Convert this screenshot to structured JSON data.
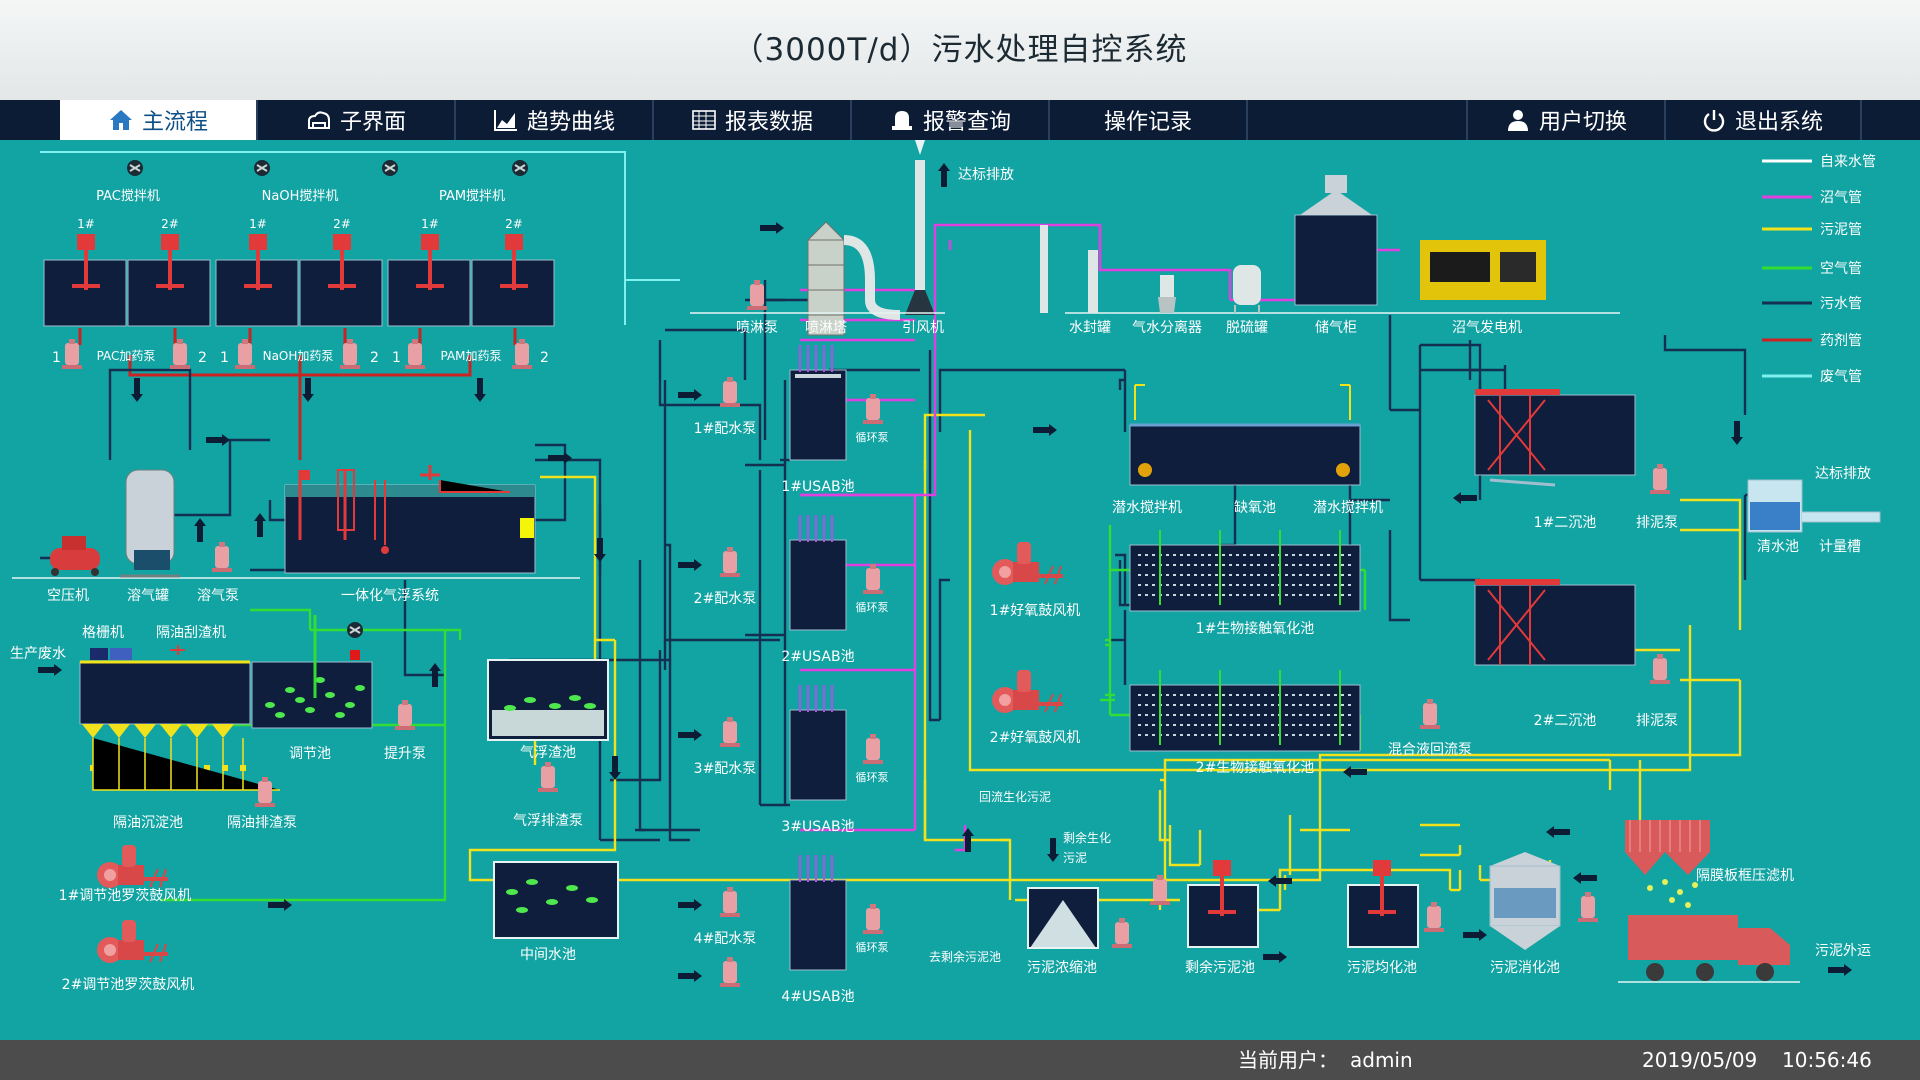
{
  "app": {
    "title": "（3000T/d）污水处理自控系统"
  },
  "nav": {
    "tabs": [
      {
        "label": "主流程",
        "icon": "home-icon",
        "active": true
      },
      {
        "label": "子界面",
        "icon": "cloud-icon"
      },
      {
        "label": "趋势曲线",
        "icon": "trend-chart-icon"
      },
      {
        "label": "报表数据",
        "icon": "table-icon"
      },
      {
        "label": "报警查询",
        "icon": "alarm-bell-icon"
      },
      {
        "label": "操作记录",
        "icon": ""
      },
      {
        "label": "用户切换",
        "icon": "user-icon"
      },
      {
        "label": "退出系统",
        "icon": "power-icon"
      }
    ]
  },
  "legend": [
    {
      "label": "自来水管",
      "color": "#ffffff"
    },
    {
      "label": "沼气管",
      "color": "#e040e0"
    },
    {
      "label": "污泥管",
      "color": "#f2e21c"
    },
    {
      "label": "空气管",
      "color": "#33dd33"
    },
    {
      "label": "污水管",
      "color": "#133050"
    },
    {
      "label": "药剂管",
      "color": "#cc2222"
    },
    {
      "label": "废气管",
      "color": "#7ff0f0"
    }
  ],
  "labels": {
    "pac_mixer": "PAC搅拌机",
    "naoh_mixer": "NaOH搅拌机",
    "pam_mixer": "PAM搅拌机",
    "n1": "1#",
    "n2": "2#",
    "one": "1",
    "two": "2",
    "pac_pump": "PAC加药泵",
    "naoh_pump": "NaOH加药泵",
    "pam_pump": "PAM加药泵",
    "air_compressor": "空压机",
    "air_tank": "溶气罐",
    "air_pump": "溶气泵",
    "daf_system": "一体化气浮系统",
    "grille": "格栅机",
    "scraper": "隔油刮渣机",
    "raw_water": "生产废水",
    "reg_tank": "调节池",
    "lift_pump": "提升泵",
    "sep_tank": "隔油沉淀池",
    "oil_pump": "隔油排渣泵",
    "blower1": "1#调节池罗茨鼓风机",
    "blower2": "2#调节池罗茨鼓风机",
    "float_tank": "气浮渣池",
    "float_pump": "气浮排渣泵",
    "mid_tank": "中间水池",
    "spray_pump": "喷淋泵",
    "spray_tower": "喷淋塔",
    "fan": "引风机",
    "discharge_gas": "达标排放",
    "water_seal": "水封罐",
    "separator": "气水分离器",
    "desulf": "脱硫罐",
    "gas_holder": "储气柜",
    "generator": "沼气发电机",
    "dist1": "1#配水泵",
    "dist2": "2#配水泵",
    "dist3": "3#配水泵",
    "dist4": "4#配水泵",
    "circ": "循环泵",
    "usab1": "1#USAB池",
    "usab2": "2#USAB池",
    "usab3": "3#USAB池",
    "usab4": "4#USAB池",
    "to_sludge": "去剩余污泥池",
    "sub_mixer": "潜水搅拌机",
    "anoxic": "缺氧池",
    "aer_blower1": "1#好氧鼓风机",
    "aer_blower2": "2#好氧鼓风机",
    "bio1": "1#生物接触氧化池",
    "bio2": "2#生物接触氧化池",
    "mix_pump": "混合液回流泵",
    "return_sludge": "回流生化污泥",
    "clar1": "1#二沉池",
    "clar2": "2#二沉池",
    "sludge_pump": "排泥泵",
    "clear_tank": "清水池",
    "meter": "计量槽",
    "discharge": "达标排放",
    "excess1": "剩余生化",
    "excess2": "污泥",
    "thick": "污泥浓缩池",
    "excess_tank": "剩余污泥池",
    "homo": "污泥均化池",
    "digest": "污泥消化池",
    "press": "隔膜板框压滤机",
    "out": "污泥外运"
  },
  "status": {
    "user_label": "当前用户：",
    "user": "admin",
    "date": "2019/05/09",
    "time": "10:56:46"
  }
}
